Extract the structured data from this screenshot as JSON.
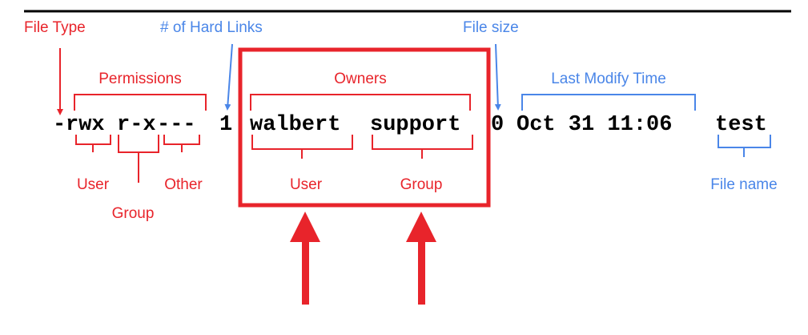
{
  "listing": {
    "file_type": "-",
    "perm_user": "rwx",
    "perm_group": "r-x",
    "perm_other": "---",
    "hard_links": "1",
    "owner_user": "walbert",
    "owner_group": "support",
    "file_size": "0",
    "modify_time": "Oct 31 11:06",
    "file_name": "test"
  },
  "labels": {
    "file_type": "File Type",
    "hard_links": "# of Hard Links",
    "file_size": "File size",
    "permissions": "Permissions",
    "owners": "Owners",
    "last_modify_time": "Last Modify Time",
    "perm_user": "User",
    "perm_group": "Group",
    "perm_other": "Other",
    "owner_user": "User",
    "owner_group": "Group",
    "file_name": "File name"
  },
  "colors": {
    "red": "#e8242b",
    "blue": "#4a86e8",
    "rule": "#000000",
    "text": "#000000"
  }
}
